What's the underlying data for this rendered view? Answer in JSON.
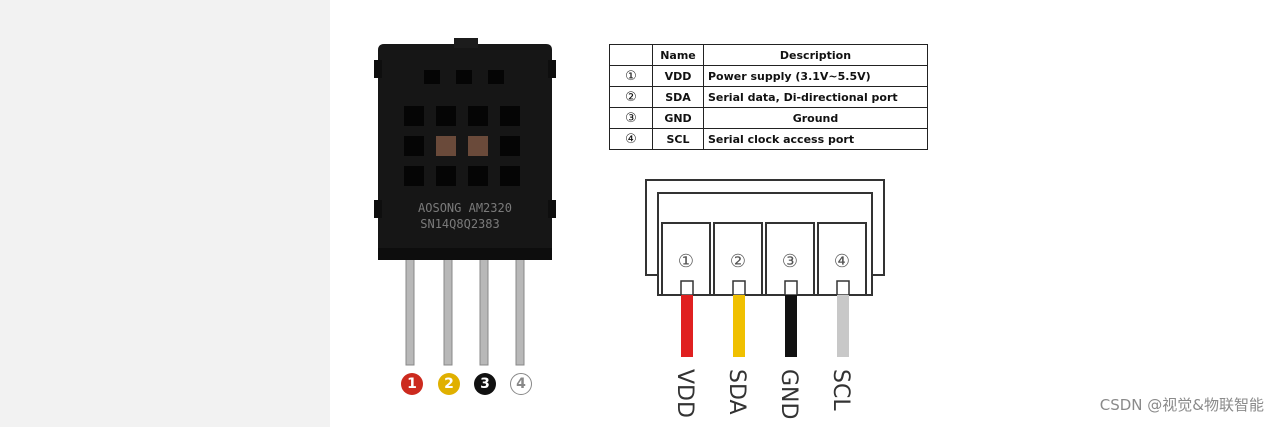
{
  "table": {
    "headers": [
      "",
      "Name",
      "Description"
    ],
    "rows": [
      {
        "num": "①",
        "name": "VDD",
        "desc": "Power supply (3.1V~5.5V)"
      },
      {
        "num": "②",
        "name": "SDA",
        "desc": "Serial data, Di-directional port"
      },
      {
        "num": "③",
        "name": "GND",
        "desc": "Ground"
      },
      {
        "num": "④",
        "name": "SCL",
        "desc": "Serial clock access port"
      }
    ]
  },
  "sensor": {
    "marking_line1": "AOSONG AM2320",
    "marking_line2": "SN14Q8Q2383"
  },
  "pin_markers": [
    {
      "label": "1",
      "color": "#cc2a1e"
    },
    {
      "label": "2",
      "color": "#e0b000"
    },
    {
      "label": "3",
      "color": "#111111"
    },
    {
      "label": "4",
      "color": "#ffffff"
    }
  ],
  "connector": {
    "pin_numbers": [
      "①",
      "②",
      "③",
      "④"
    ],
    "wire_labels": [
      "VDD",
      "SDA",
      "GND",
      "SCL"
    ],
    "wire_colors": [
      "#e02020",
      "#f0c000",
      "#111111",
      "#c8c8c8"
    ]
  },
  "watermark": "CSDN @视觉&物联智能"
}
